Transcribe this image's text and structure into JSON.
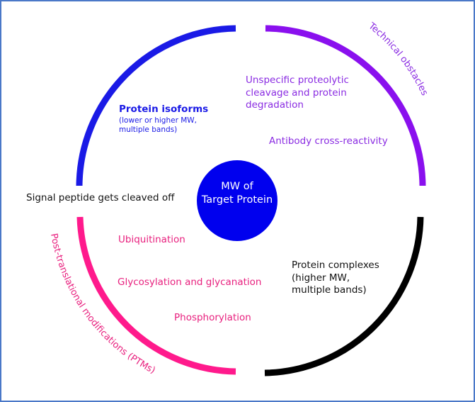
{
  "colors": {
    "frame": "#4a78c8",
    "center": "#0000ee",
    "isoforms": "#1a1ae6",
    "technical": "#8a2be2",
    "complexes": "#000000",
    "ptm": "#ff1a8c"
  },
  "center": {
    "line1": "MW of",
    "line2": "Target Protein"
  },
  "quadrants": {
    "top_left": {
      "title": "Protein isoforms",
      "subtitle_line1": "(lower or higher MW,",
      "subtitle_line2": "multiple bands)"
    },
    "top_right": {
      "arc_label": "Technical obstacles",
      "item1_line1": "Unspecific proteolytic",
      "item1_line2": "cleavage and protein",
      "item1_line3": "degradation",
      "item2": "Antibody cross-reactivity"
    },
    "bottom_right": {
      "line1": "Protein complexes",
      "line2": "(higher MW,",
      "line3": "multiple bands)"
    },
    "bottom_left": {
      "arc_label": "Post-translational modifications (PTMs)",
      "items": [
        "Ubiquitination",
        "Glycosylation and glycanation",
        "Phosphorylation"
      ]
    }
  },
  "left_label": "Signal peptide gets cleaved off"
}
